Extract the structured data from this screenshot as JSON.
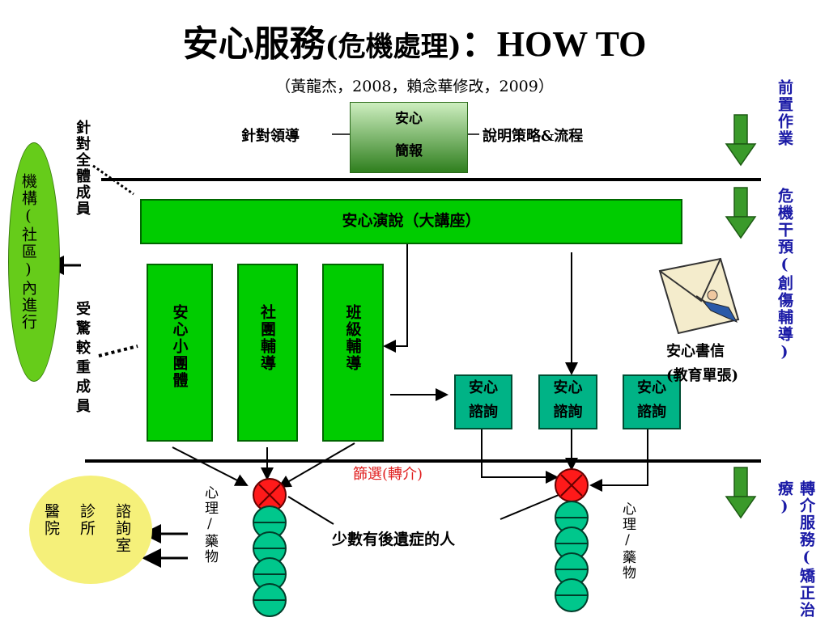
{
  "title": {
    "main": "安心服務",
    "paren": "(危機處理)",
    "colon": "：",
    "howto": "HOW TO"
  },
  "subtitle": "（黃龍杰，2008，賴念華修改，2009）",
  "briefing": {
    "line1": "安心",
    "line2": "簡報",
    "left_label": "針對領導",
    "right_label": "說明策略&流程"
  },
  "stages": {
    "pre": "前置作業",
    "crisis": "危機干預(創傷輔導)",
    "referral": "轉介服務(矯正治療)"
  },
  "lecture": "安心演說（大講座）",
  "left_oval": "機構(社區)內進行",
  "targets": {
    "all_members": "針對全體成員",
    "shocked_members": "受驚較重成員"
  },
  "groups": [
    "安心小團體",
    "社團輔導",
    "班級輔導"
  ],
  "consult": [
    {
      "line1": "安心",
      "line2": "諮詢"
    },
    {
      "line1": "安心",
      "line2": "諮詢"
    },
    {
      "line1": "安心",
      "line2": "諮詢"
    }
  ],
  "letter": {
    "line1": "安心書信",
    "line2": "(教育單張)"
  },
  "screening": "篩選(轉介)",
  "few_people": "少數有後遺症的人",
  "psych_med": "心理/藥物",
  "facilities": {
    "hospital": "醫院",
    "clinic": "診所",
    "counseling": "諮詢室"
  },
  "colors": {
    "green": "#00cc00",
    "teal": "#00b386",
    "stage_blue": "#1a1aa6",
    "screen_red": "#e02020",
    "yellow": "#f5f07a"
  }
}
